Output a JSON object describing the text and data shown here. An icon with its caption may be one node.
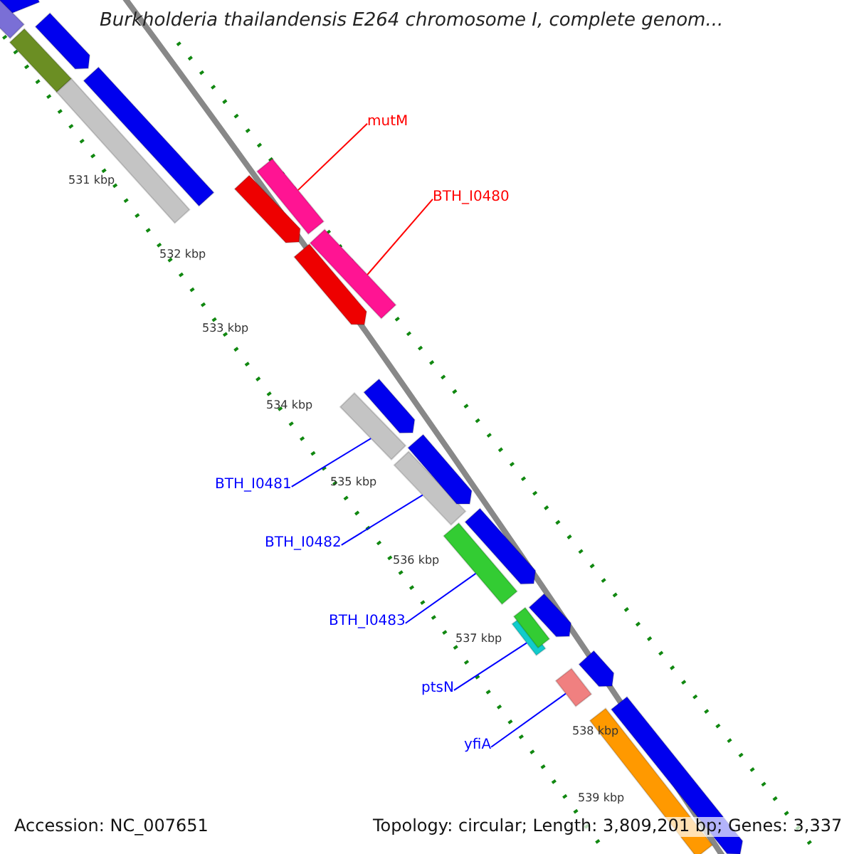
{
  "diagram": {
    "title": "Burkholderia thailandensis E264 chromosome I, complete genom...",
    "nodes": [
      {
        "text": [
          "mutM"
        ]
      },
      {
        "text": [],
        "shape": "bar"
      },
      {
        "text": [
          "BTH_I0480"
        ]
      },
      {
        "text": [],
        "shape": "bar"
      },
      {
        "text": [
          "BTH_I0481"
        ]
      },
      {
        "text": [],
        "shape": "bar"
      },
      {
        "text": [
          "BTH_I0482"
        ]
      },
      {
        "text": [],
        "shape": "bar"
      },
      {
        "text": [
          "BTH_I0483"
        ]
      },
      {
        "text": [],
        "shape": "bar"
      },
      {
        "text": [
          "ptsN"
        ]
      },
      {
        "text": [],
        "shape": "bar"
      },
      {
        "text": [
          "yfiA"
        ]
      },
      {
        "text": [],
        "shape": "bar"
      },
      {
        "text": [],
        "shape": "bar"
      },
      {
        "text": [],
        "shape": "bar"
      },
      {
        "text": [],
        "shape": "bar"
      },
      {
        "text": [],
        "shape": "bar"
      },
      {
        "text": [],
        "shape": "bar"
      },
      {
        "text": [],
        "shape": "bar"
      },
      {
        "text": [],
        "shape": "bar"
      },
      {
        "text": [],
        "shape": "bar"
      },
      {
        "text": [],
        "shape": "bar"
      },
      {
        "text": [],
        "shape": "bar"
      },
      {
        "text": [],
        "shape": "bar"
      },
      {
        "text": [],
        "shape": "bar"
      },
      {
        "text": [],
        "shape": "bar"
      },
      {
        "text": [],
        "shape": "bar"
      },
      {
        "text": [],
        "shape": "bar"
      },
      {
        "text": [],
        "shape": "bar"
      }
    ],
    "edges": [
      {
        "from": 0,
        "to": 1,
        "arrow": "none",
        "color": "#ff0000"
      },
      {
        "from": 2,
        "to": 3,
        "arrow": "none",
        "color": "#ff0000"
      },
      {
        "from": 4,
        "to": 5,
        "arrow": "none"
      },
      {
        "from": 6,
        "to": 7,
        "arrow": "none"
      },
      {
        "from": 8,
        "to": 9,
        "arrow": "none"
      },
      {
        "from": 10,
        "to": 11,
        "arrow": "none"
      },
      {
        "from": 12,
        "to": 13,
        "arrow": "none"
      }
    ],
    "labels": [
      "531 kbp",
      "532 kbp",
      "533 kbp",
      "534 kbp",
      "535 kbp",
      "536 kbp",
      "537 kbp",
      "538 kbp",
      "539 kbp",
      "Accession: NC_007651",
      "Topology: circular; Length: 3,809,201 bp; Genes: 3,337"
    ]
  }
}
